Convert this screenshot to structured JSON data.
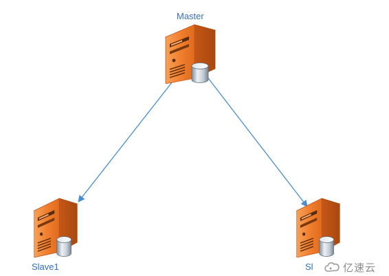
{
  "nodes": {
    "master": {
      "label": "Master"
    },
    "slave1": {
      "label": "Slave1"
    },
    "slave2": {
      "label": "Sl"
    }
  },
  "watermark": {
    "text": "亿速云"
  },
  "colors": {
    "arrow": "#4a8ccc",
    "server_body": "#ee7d2f",
    "label": "#3a6fb0"
  },
  "icons": [
    "server-database-icon",
    "cloud-logo-icon"
  ]
}
